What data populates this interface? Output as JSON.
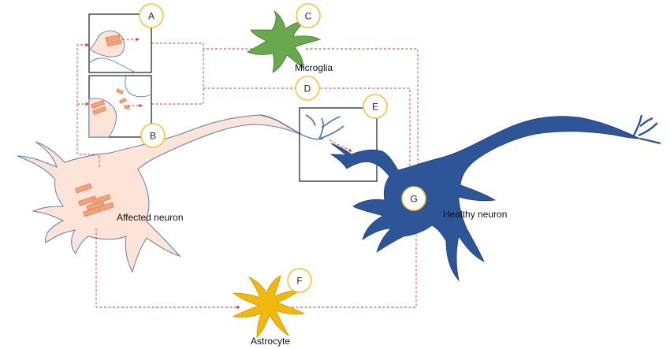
{
  "labels": {
    "affected": "Affected neuron",
    "healthy": "Healthy neuron",
    "microglia": "Microglia",
    "astrocyte": "Astrocyte"
  },
  "badges": {
    "a": "A",
    "b": "B",
    "c": "C",
    "d": "D",
    "e": "E",
    "f": "F",
    "g": "G"
  },
  "colors": {
    "affected_fill": "#fde3d8",
    "affected_stroke": "#5b7ea8",
    "aggregate": "#f0a37a",
    "microglia": "#6aa84f",
    "astrocyte": "#f1b810",
    "healthy": "#2e5597",
    "connector": "#d9342b",
    "badge_ring": "#f2c23c"
  }
}
